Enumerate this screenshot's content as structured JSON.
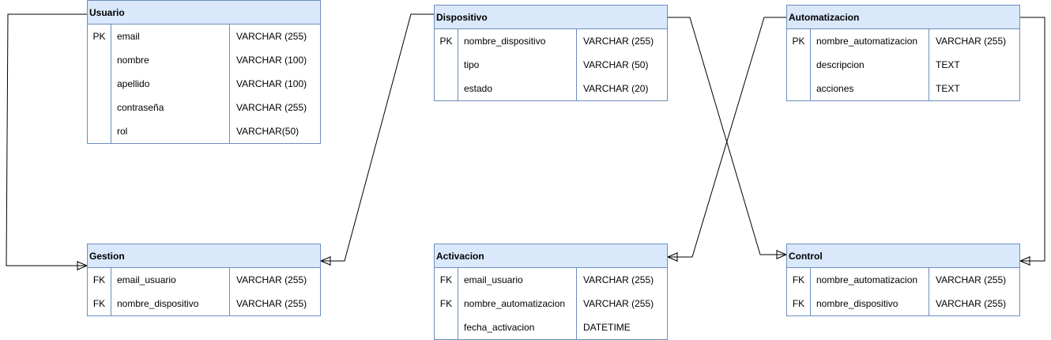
{
  "entities": {
    "usuario": {
      "name": "Usuario",
      "rows": [
        {
          "key": "PK",
          "field": "email",
          "type": "VARCHAR (255)"
        },
        {
          "key": "",
          "field": "nombre",
          "type": "VARCHAR (100)"
        },
        {
          "key": "",
          "field": "apellido",
          "type": "VARCHAR (100)"
        },
        {
          "key": "",
          "field": "contraseña",
          "type": "VARCHAR (255)"
        },
        {
          "key": "",
          "field": "rol",
          "type": "VARCHAR(50)"
        }
      ]
    },
    "dispositivo": {
      "name": "Dispositivo",
      "rows": [
        {
          "key": "PK",
          "field": "nombre_dispositivo",
          "type": "VARCHAR (255)"
        },
        {
          "key": "",
          "field": "tipo",
          "type": "VARCHAR (50)"
        },
        {
          "key": "",
          "field": "estado",
          "type": "VARCHAR (20)"
        }
      ]
    },
    "automatizacion": {
      "name": "Automatizacion",
      "rows": [
        {
          "key": "PK",
          "field": "nombre_automatizacion",
          "type": "VARCHAR (255)"
        },
        {
          "key": "",
          "field": "descripcion",
          "type": "TEXT"
        },
        {
          "key": "",
          "field": "acciones",
          "type": "TEXT"
        }
      ]
    },
    "gestion": {
      "name": "Gestion",
      "rows": [
        {
          "key": "FK",
          "field": "email_usuario",
          "type": "VARCHAR (255)"
        },
        {
          "key": "FK",
          "field": "nombre_dispositivo",
          "type": "VARCHAR (255)"
        }
      ]
    },
    "activacion": {
      "name": "Activacion",
      "rows": [
        {
          "key": "FK",
          "field": "email_usuario",
          "type": "VARCHAR (255)"
        },
        {
          "key": "FK",
          "field": "nombre_automatizacion",
          "type": "VARCHAR (255)"
        },
        {
          "key": "",
          "field": "fecha_activacion",
          "type": "DATETIME"
        }
      ]
    },
    "control": {
      "name": "Control",
      "rows": [
        {
          "key": "FK",
          "field": "nombre_automatizacion",
          "type": "VARCHAR (255)"
        },
        {
          "key": "FK",
          "field": "nombre_dispositivo",
          "type": "VARCHAR (255)"
        }
      ]
    }
  },
  "colors": {
    "header_fill": "#dae8fc",
    "border": "#6c8ebf",
    "connector": "#000000"
  }
}
